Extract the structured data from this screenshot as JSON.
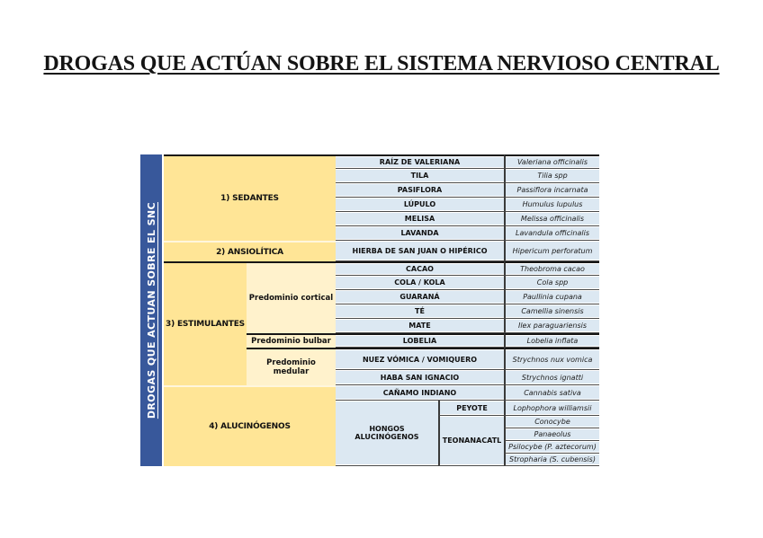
{
  "page": {
    "title": "DROGAS QUE ACTÚAN SOBRE EL SISTEMA NERVIOSO CENTRAL"
  },
  "table": {
    "vertical_label": "DROGAS QUE ACTUAN SOBRE EL SNC",
    "colors": {
      "sidebar": "#38589B",
      "category": "#FFE596",
      "subcategory": "#FFF2CC",
      "cell": "#DCE8F2"
    },
    "sections": [
      {
        "label": "1) SEDANTES",
        "entries": [
          {
            "common": "RAÍZ DE VALERIANA",
            "scientific": "Valeriana officinalis"
          },
          {
            "common": "TILA",
            "scientific": "Tilia spp"
          },
          {
            "common": "PASIFLORA",
            "scientific": "Passiflora incarnata"
          },
          {
            "common": "LÚPULO",
            "scientific": "Humulus lupulus"
          },
          {
            "common": "MELISA",
            "scientific": "Melissa officinalis"
          },
          {
            "common": "LAVANDA",
            "scientific": "Lavandula officinalis"
          }
        ]
      },
      {
        "label": "2) ANSIOLÍTICA",
        "entries": [
          {
            "common": "HIERBA DE SAN JUAN O HIPÉRICO",
            "scientific": "Hipericum perforatum"
          }
        ]
      },
      {
        "label": "3) ESTIMULANTES",
        "subgroups": [
          {
            "label": "Predominio cortical",
            "entries": [
              {
                "common": "CACAO",
                "scientific": "Theobroma cacao"
              },
              {
                "common": "COLA / KOLA",
                "scientific": "Cola spp"
              },
              {
                "common": "GUARANÁ",
                "scientific": "Paullinia cupana"
              },
              {
                "common": "TÉ",
                "scientific": "Camellia sinensis"
              },
              {
                "common": "MATE",
                "scientific": "Ilex paraguariensis"
              }
            ]
          },
          {
            "label": "Predominio bulbar",
            "entries": [
              {
                "common": "LOBELIA",
                "scientific": "Lobelia inflata"
              }
            ]
          },
          {
            "label": "Predominio medular",
            "entries": [
              {
                "common": "NUEZ VÓMICA / VOMIQUERO",
                "scientific": "Strychnos nux vomica"
              },
              {
                "common": "HABA SAN IGNACIO",
                "scientific": "Strychnos ignatti"
              }
            ]
          }
        ]
      },
      {
        "label": "4) ALUCINÓGENOS",
        "entries": [
          {
            "common": "CAÑAMO INDIANO",
            "scientific": "Cannabis sativa"
          }
        ],
        "mushrooms": {
          "group": "HONGOS ALUCINÓGENOS",
          "rows": [
            {
              "sub": "PEYOTE",
              "scientific": "Lophophora williamsii"
            },
            {
              "sub": "TEONANACATL",
              "scientific": "Conocybe"
            },
            {
              "scientific": "Panaeolus"
            },
            {
              "scientific": "Psilocybe (P. aztecorum)"
            },
            {
              "scientific": "Stropharia (S. cubensis)"
            }
          ]
        }
      }
    ]
  }
}
